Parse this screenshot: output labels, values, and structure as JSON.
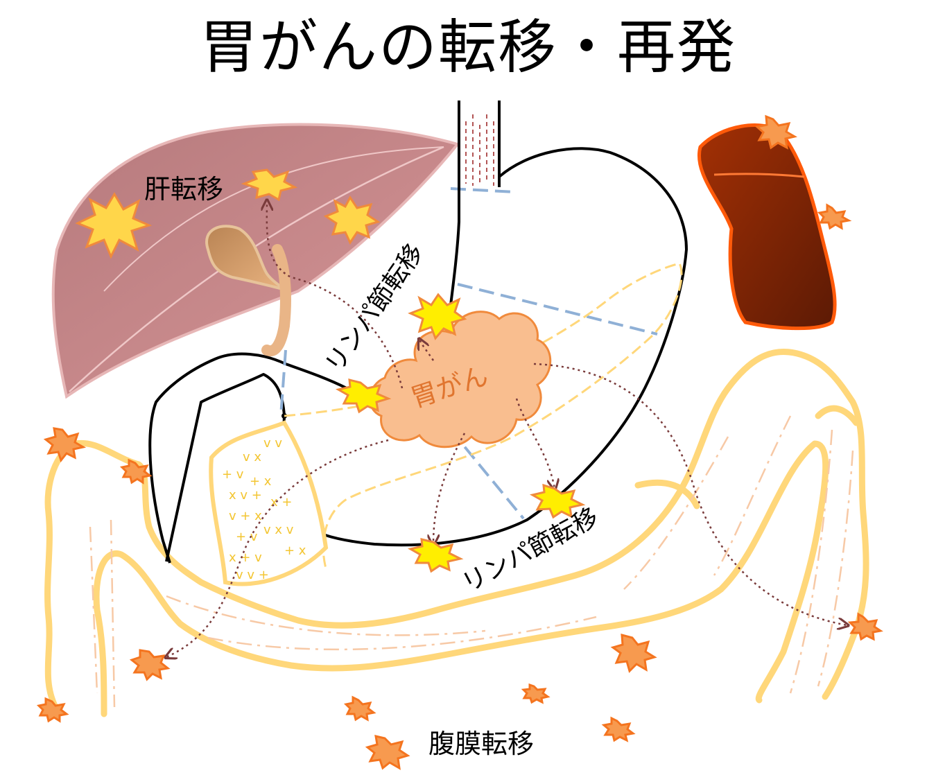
{
  "title": "胃がんの転移・再発",
  "labels": {
    "liver_metastasis": "肝転移",
    "lymph_metastasis_upper": "リンパ節転移",
    "lymph_metastasis_lower": "リンパ節転移",
    "stomach_cancer": "胃がん",
    "peritoneal_metastasis": "腹膜転移"
  },
  "colors": {
    "liver": "#c98a8c",
    "spleen": "#8b2500",
    "colon": "#ffd77a",
    "tumor": "#f9be8f",
    "metastasis_star": "#ffd400",
    "peritoneal_star": "#f08a3c",
    "arrow": "#7a3b3b"
  }
}
